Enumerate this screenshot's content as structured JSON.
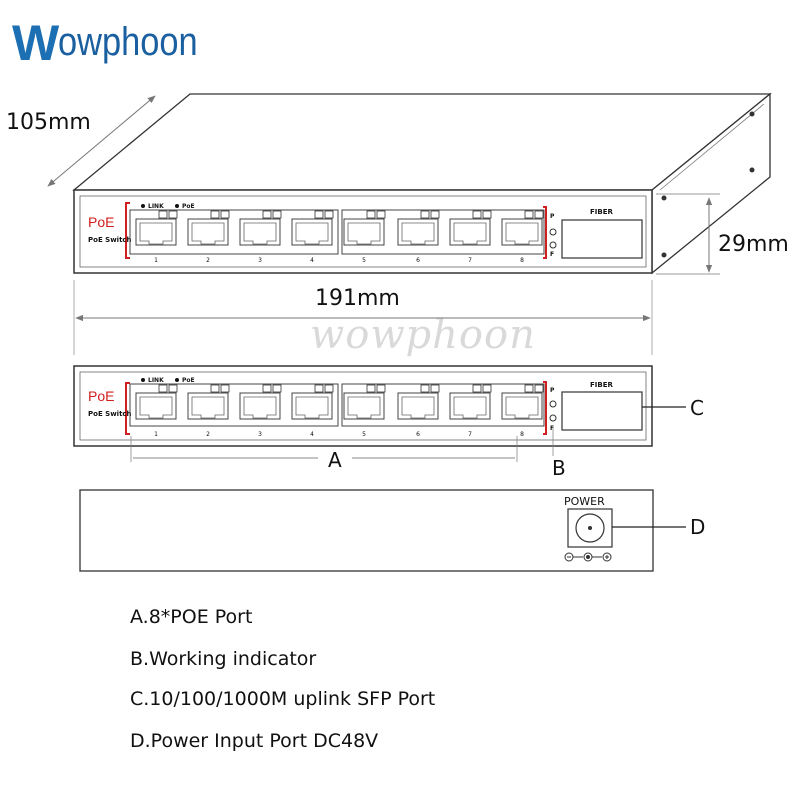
{
  "logo": {
    "first_letter": "W",
    "rest": "owphoon"
  },
  "watermark": "wowphoon",
  "dimensions": {
    "depth": "105mm",
    "width": "191mm",
    "height": "29mm"
  },
  "panel": {
    "poe_label": "PoE",
    "switch_label": "PoE Switch",
    "link_label": "LINK",
    "poe_led_label": "PoE",
    "port_numbers": [
      "1",
      "2",
      "3",
      "4",
      "5",
      "6",
      "7",
      "8"
    ],
    "indicator_p": "P",
    "indicator_f": "F",
    "fiber_label": "FIBER"
  },
  "rear": {
    "power_label": "POWER",
    "polarity": "⊖-●-⊕"
  },
  "callouts": {
    "a": "A",
    "b": "B",
    "c": "C",
    "d": "D"
  },
  "legend": [
    "A.8*POE Port",
    "B.Working indicator",
    "C.10/100/1000M uplink SFP Port",
    "D.Power Input Port DC48V"
  ]
}
